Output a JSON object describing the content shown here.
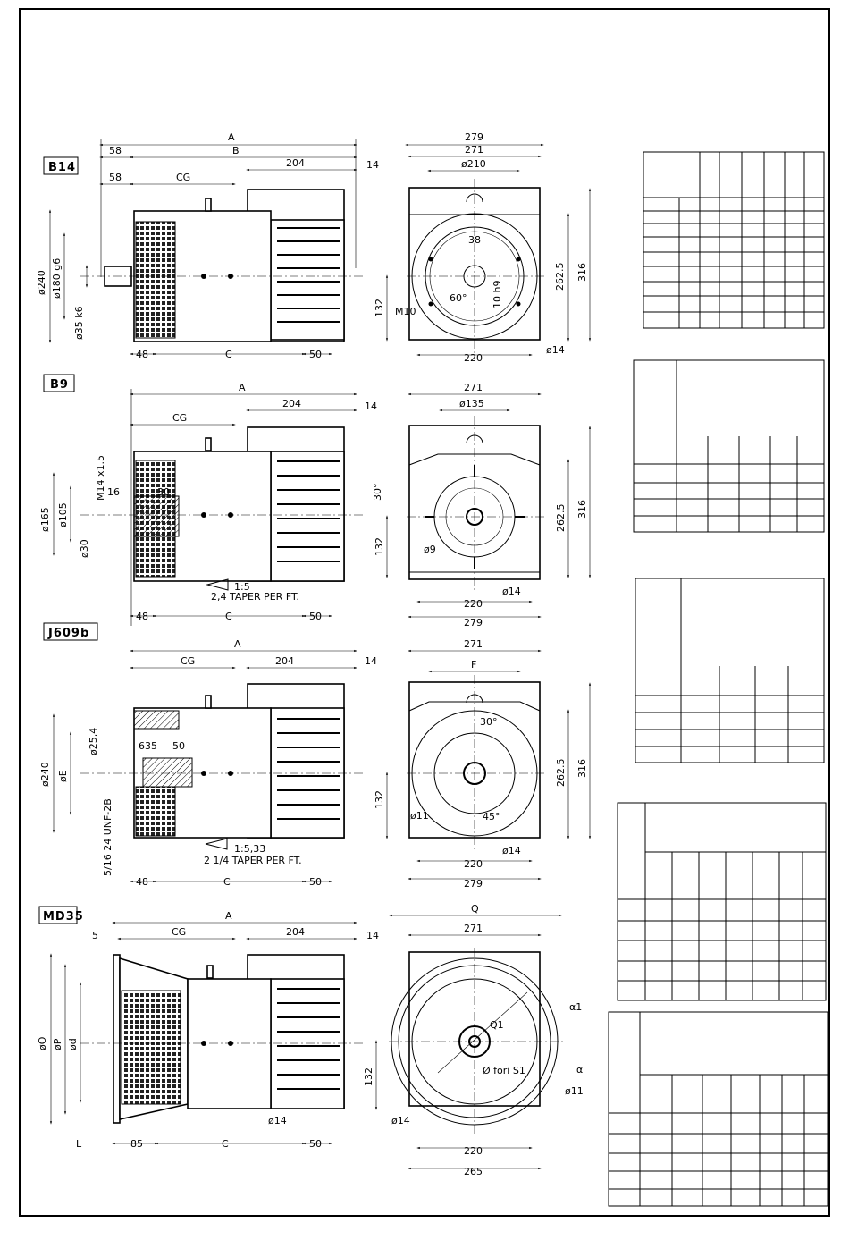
{
  "views": {
    "b14": {
      "tag": "B14",
      "A": "A",
      "B": "B",
      "d58a": "58",
      "d58b": "58",
      "CG": "CG",
      "d204": "204",
      "d14": "14",
      "d240": "ø240",
      "d180": "ø180 g6",
      "d35": "ø35 k6",
      "d48": "48",
      "C": "C",
      "d50": "50",
      "f279": "279",
      "f271": "271",
      "f210": "ø210",
      "f38": "38",
      "f10h9": "10 h9",
      "fM10": "M10",
      "f60": "60°",
      "f132": "132",
      "f2625": "262.5",
      "f316": "316",
      "f220": "220",
      "f14": "ø14"
    },
    "b9": {
      "tag": "B9",
      "A": "A",
      "CG": "CG",
      "d204": "204",
      "d14": "14",
      "m14": "M14 x1.5",
      "d16": "16",
      "d30": "30",
      "d165": "ø165",
      "d105": "ø105",
      "dia30": "ø30",
      "taper1": "1:5",
      "taper2": "2,4 TAPER PER FT.",
      "d48": "48",
      "C": "C",
      "d50": "50",
      "f271": "271",
      "f135": "ø135",
      "f30": "30°",
      "f9": "ø9",
      "f132": "132",
      "f2625": "262.5",
      "f316": "316",
      "f220": "220",
      "f14": "ø14",
      "f279": "279"
    },
    "j609b": {
      "tag": "J609b",
      "A": "A",
      "CG": "CG",
      "d204": "204",
      "d14": "14",
      "d254": "ø25,4",
      "d635": "635",
      "d50a": "50",
      "d240": "ø240",
      "dE": "øE",
      "unf": "5/16 24 UNF-2B",
      "taper1": "1:5,33",
      "taper2": "2 1/4 TAPER PER FT.",
      "d48": "48",
      "C": "C",
      "d50": "50",
      "f271": "271",
      "fF": "F",
      "f30": "30°",
      "f11": "ø11",
      "f45": "45°",
      "f132": "132",
      "f2625": "262.5",
      "f316": "316",
      "f220": "220",
      "f14": "ø14",
      "f279": "279"
    },
    "md35": {
      "tag": "MD35",
      "A": "A",
      "d5": "5",
      "CG": "CG",
      "d204": "204",
      "d14": "14",
      "dO": "øO",
      "dP": "øP",
      "dd": "ød",
      "L": "L",
      "d85": "85",
      "C": "C",
      "d50": "50",
      "s14": "ø14",
      "fQ": "Q",
      "f271": "271",
      "fQ1": "Q1",
      "fori": "Ø fori S1",
      "alpha1": "α1",
      "alpha": "α",
      "f11": "ø11",
      "f132": "132",
      "f14": "ø14",
      "f220": "220",
      "f265": "265"
    }
  }
}
